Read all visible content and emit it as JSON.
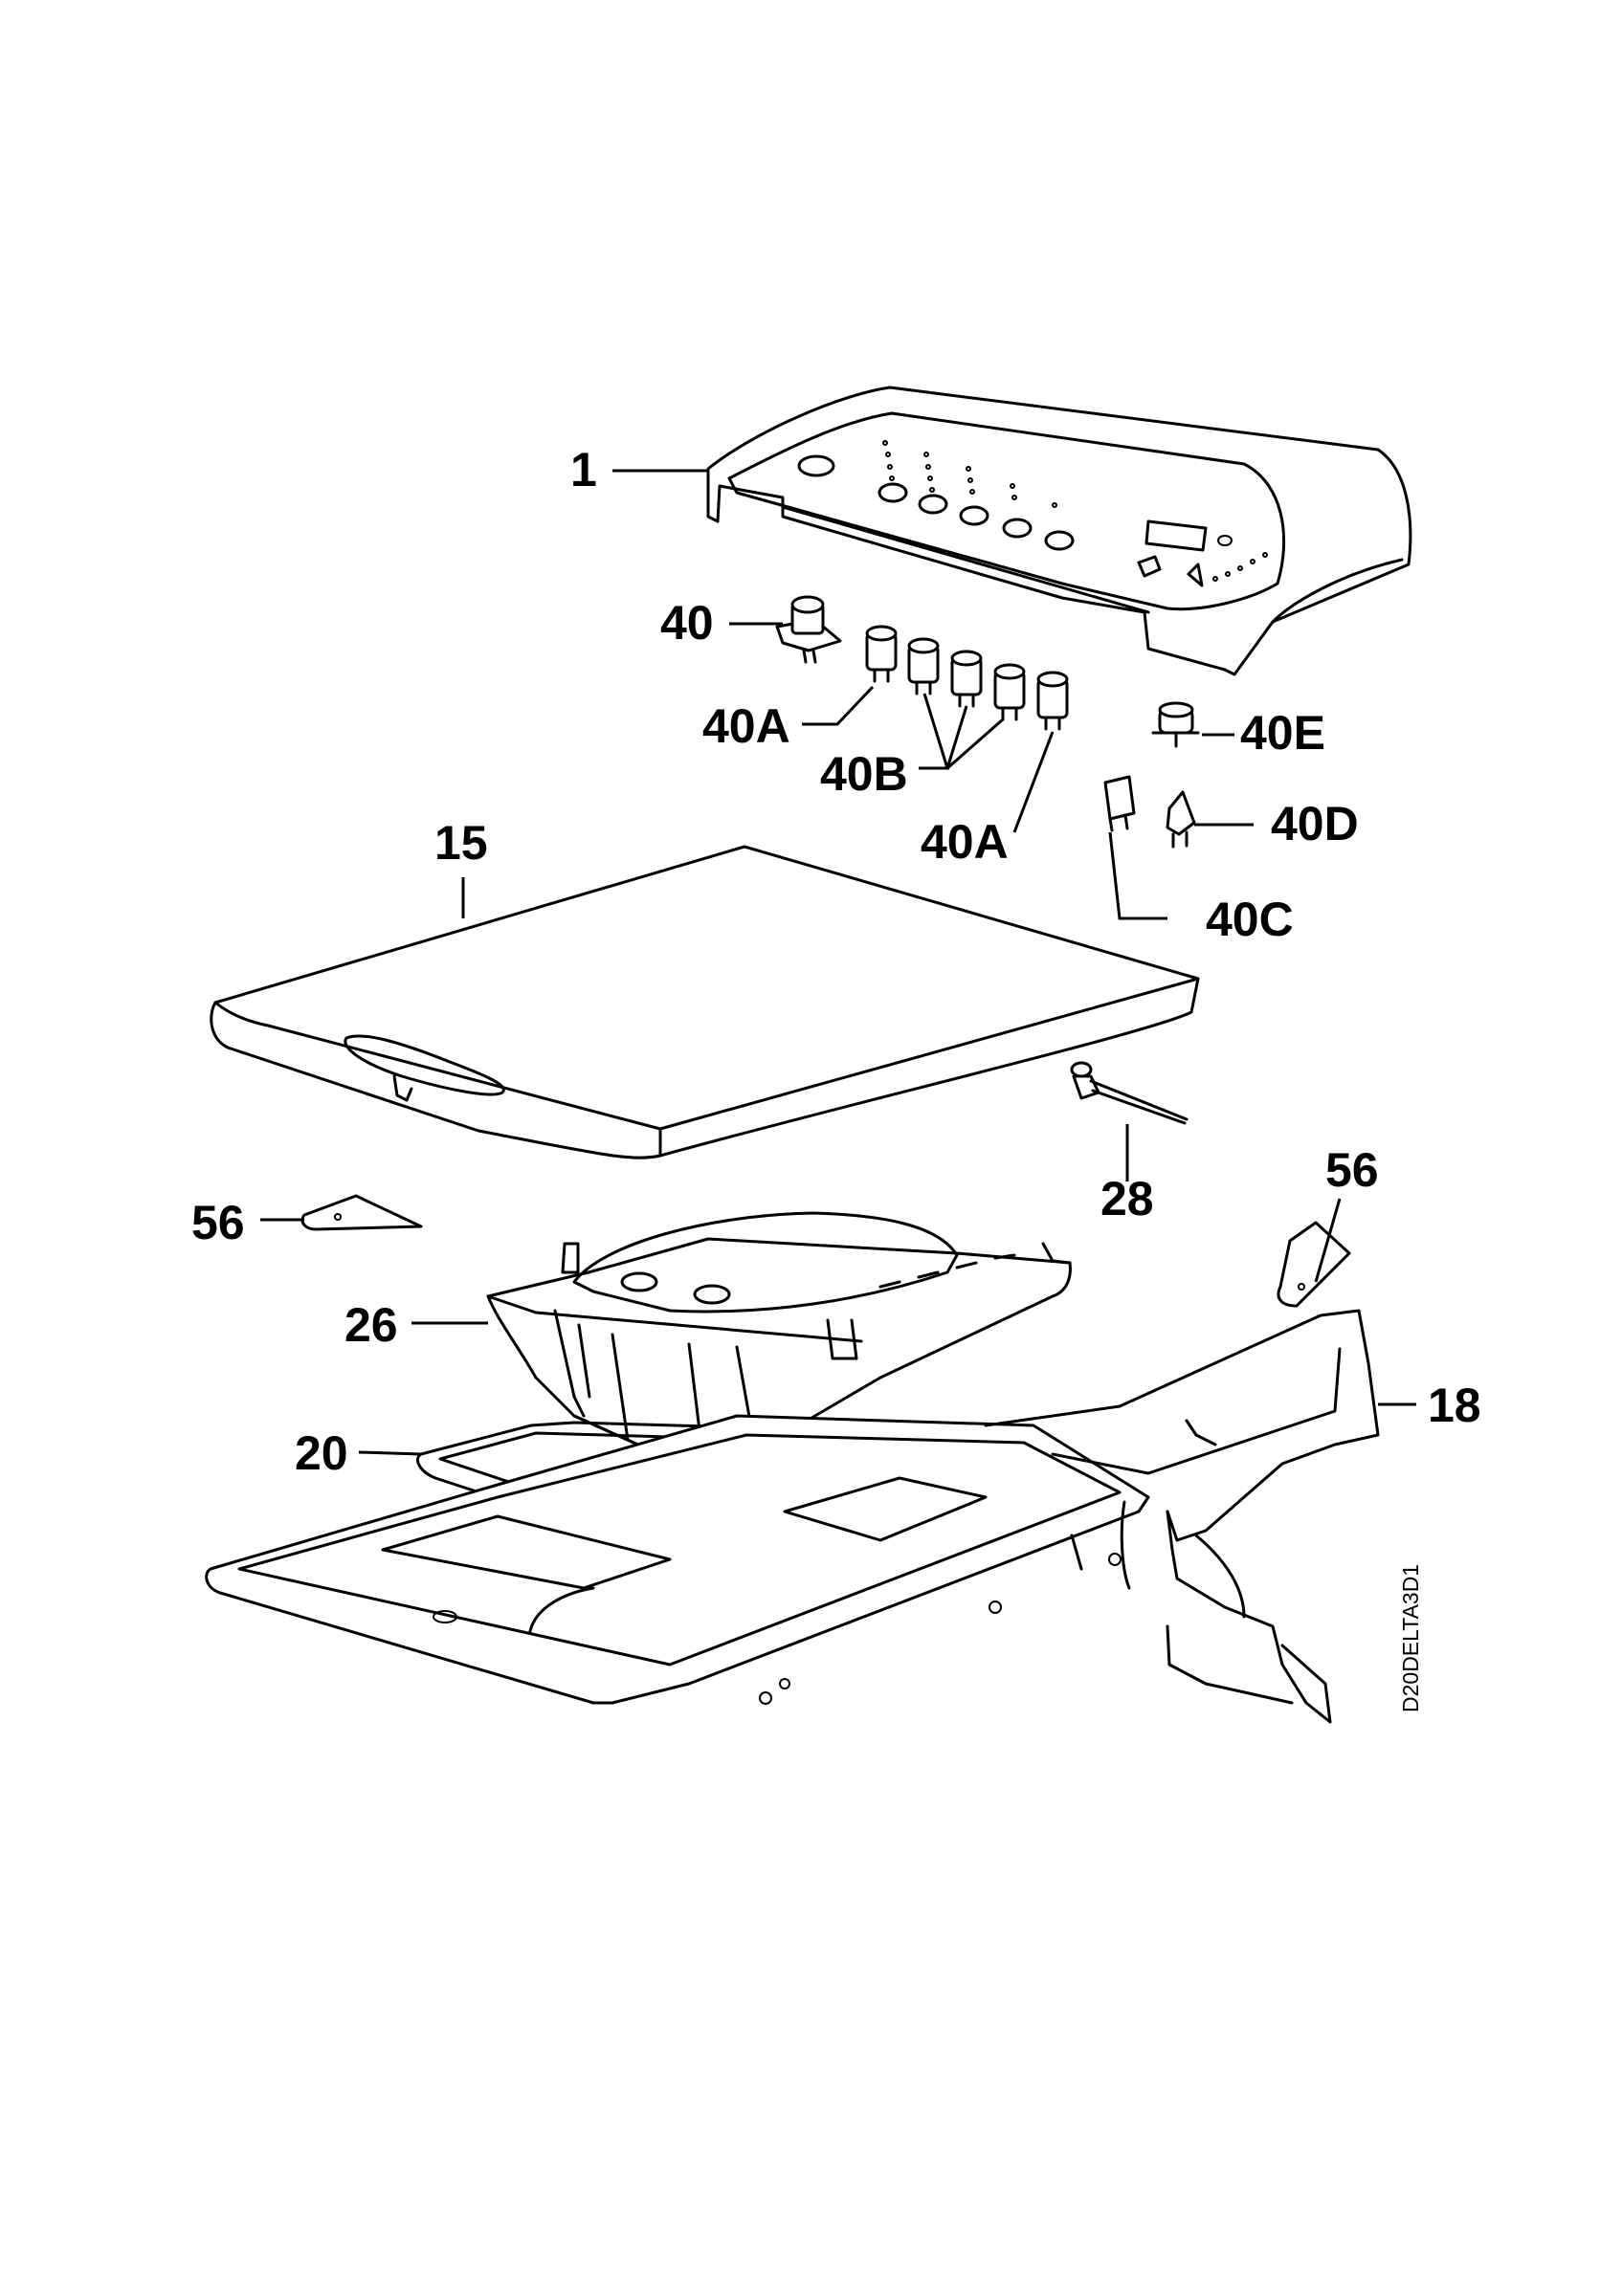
{
  "labels": {
    "p1": "1",
    "p40": "40",
    "p40a_left": "40A",
    "p40b": "40B",
    "p40a_right": "40A",
    "p40e": "40E",
    "p40d": "40D",
    "p40c": "40C",
    "p15": "15",
    "p28": "28",
    "p56_left": "56",
    "p56_right": "56",
    "p26": "26",
    "p18": "18",
    "p20": "20"
  },
  "drawing_code": "D20DELTA3D1"
}
